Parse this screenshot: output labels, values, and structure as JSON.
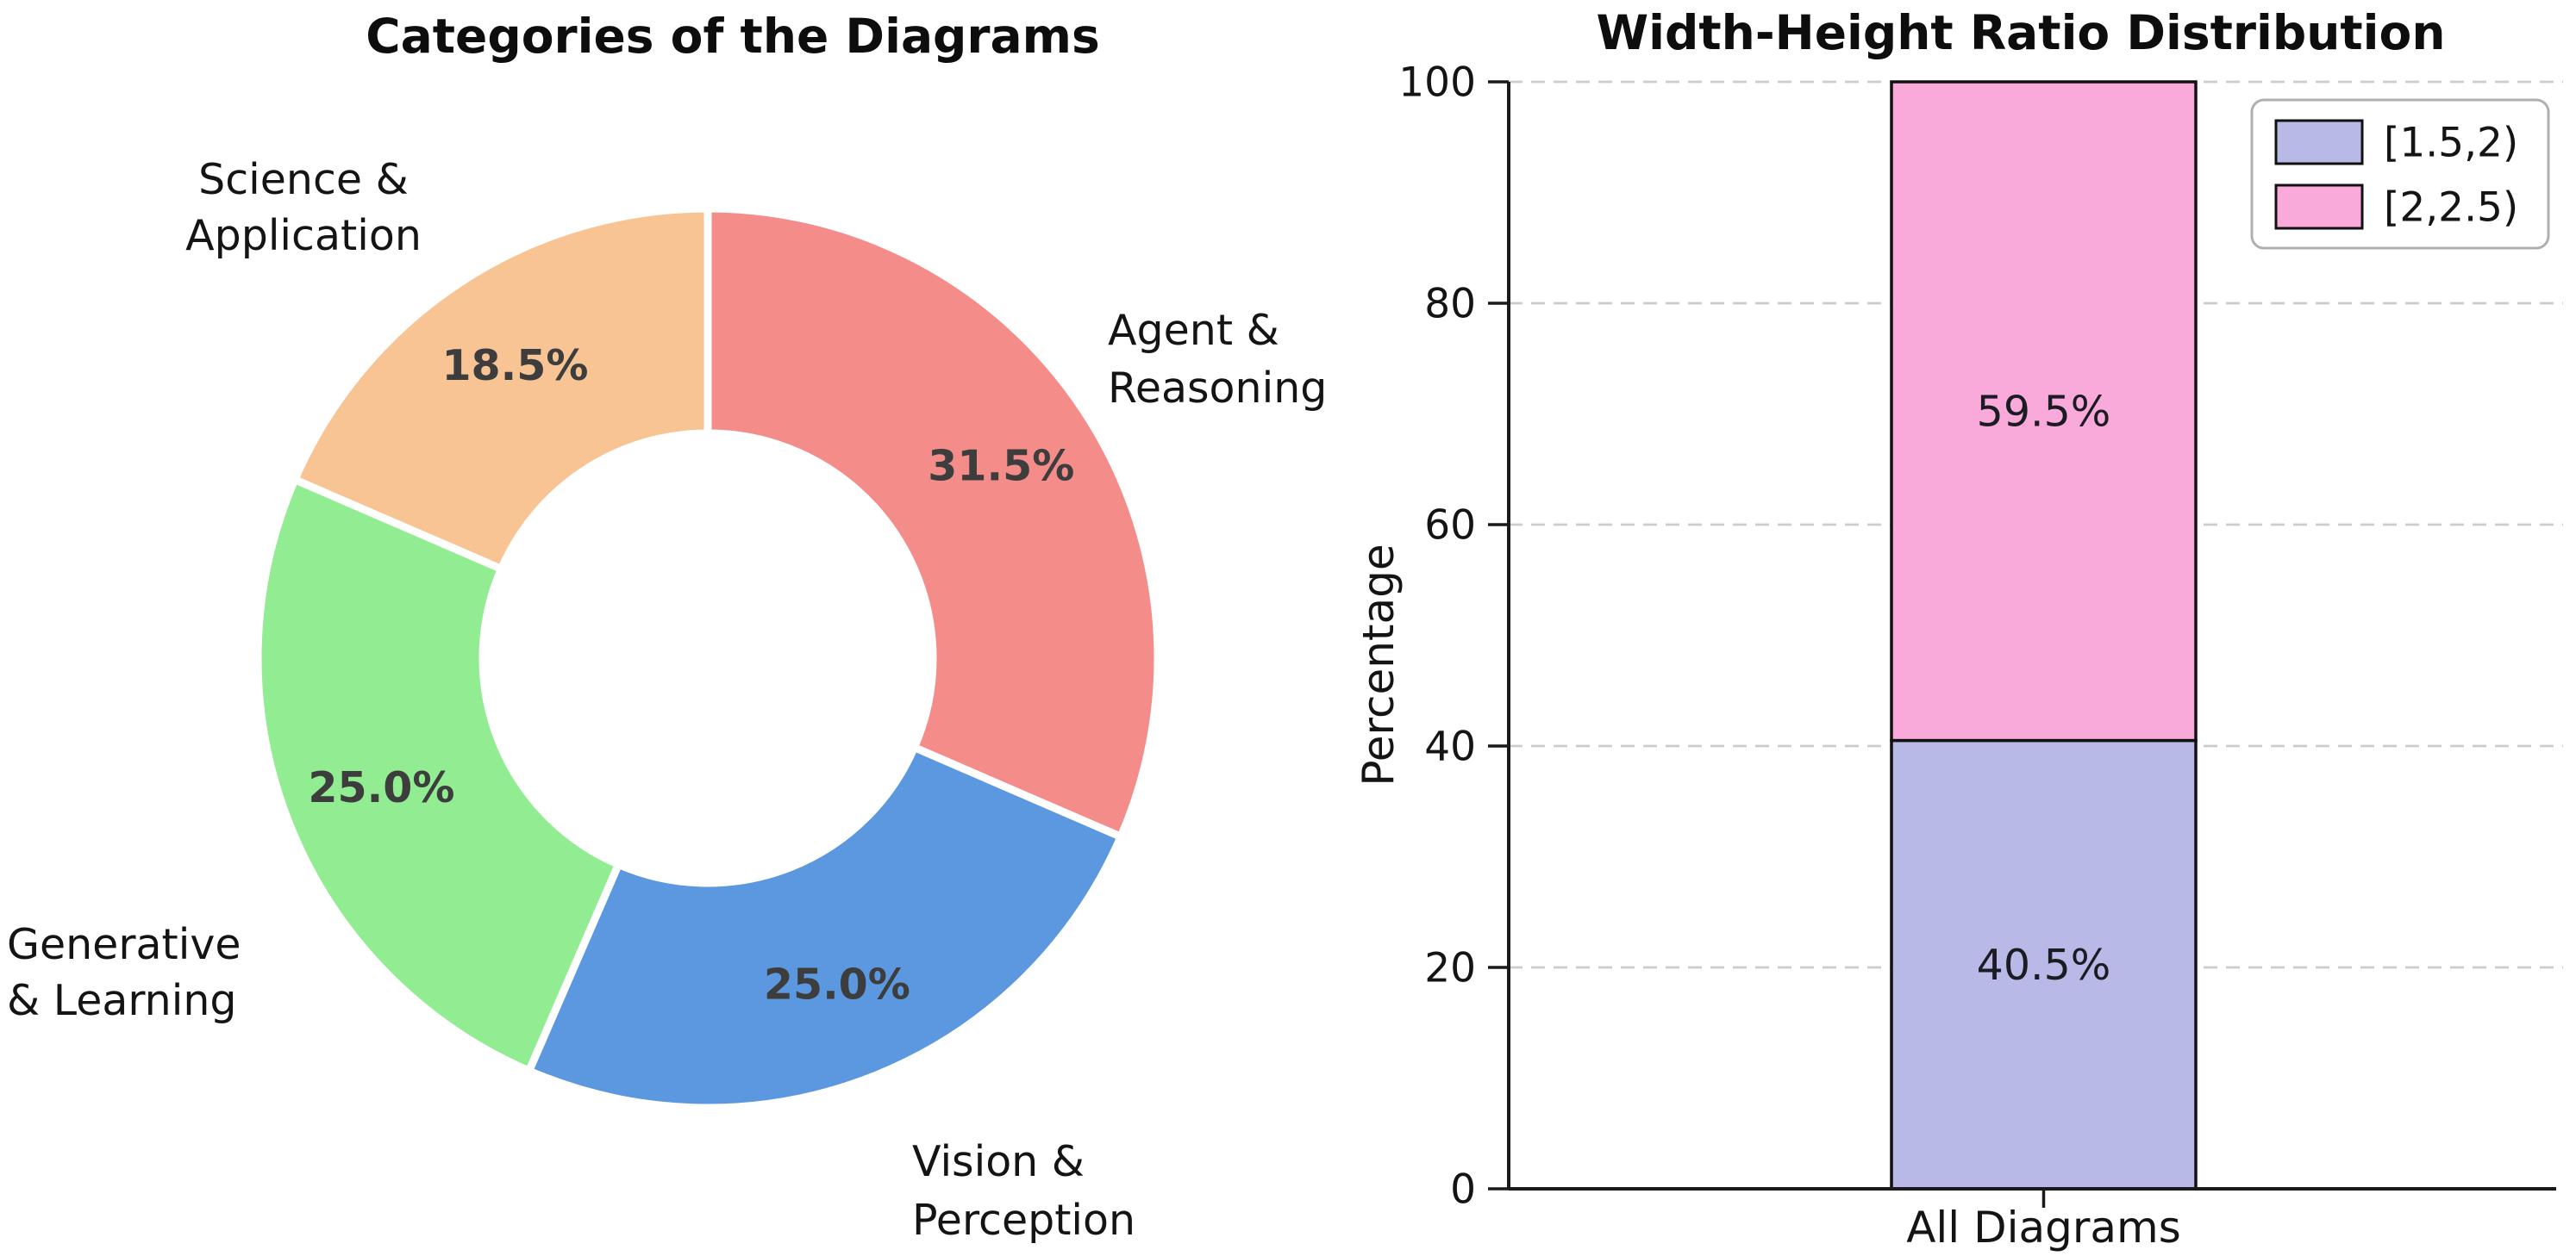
{
  "figure": {
    "background": "#ffffff"
  },
  "chart_data": [
    {
      "type": "pie",
      "title": "Categories of the Diagrams",
      "donut": true,
      "start_angle_deg": 90,
      "direction": "clockwise",
      "hole_ratio": 0.5,
      "slices": [
        {
          "label": "Agent & Reasoning",
          "label_lines": [
            "Agent &",
            "Reasoning"
          ],
          "value": 31.5,
          "pct_label": "31.5%",
          "color": "#F48C8A"
        },
        {
          "label": "Vision & Perception",
          "label_lines": [
            "Vision &",
            "Perception"
          ],
          "value": 25.0,
          "pct_label": "25.0%",
          "color": "#5C98E0"
        },
        {
          "label": "Generative & Learning",
          "label_lines": [
            "Generative",
            "& Learning"
          ],
          "value": 25.0,
          "pct_label": "25.0%",
          "color": "#92EC92"
        },
        {
          "label": "Science & Application",
          "label_lines": [
            "Science &",
            "Application"
          ],
          "value": 18.5,
          "pct_label": "18.5%",
          "color": "#F8C494"
        }
      ],
      "pct_text_color": "#3d3d3d",
      "label_text_color": "#141414"
    },
    {
      "type": "bar",
      "stacked": true,
      "title": "Width-Height Ratio Distribution",
      "ylabel": "Percentage",
      "xlabel": "",
      "categories": [
        "All Diagrams"
      ],
      "series": [
        {
          "name": "[1.5,2)",
          "values": [
            40.5
          ],
          "pct_label": "40.5%",
          "color": "#B9B9E8"
        },
        {
          "name": "[2,2.5)",
          "values": [
            59.5
          ],
          "pct_label": "59.5%",
          "color": "#FAAADA"
        }
      ],
      "ylim": [
        0,
        100
      ],
      "yticks": [
        0,
        20,
        40,
        60,
        80,
        100
      ],
      "grid": "dashed-horizontal",
      "grid_color": "#cccccc",
      "bar_edge_color": "#111111",
      "spine_color": "#1a1a1a",
      "tick_text_color": "#141414",
      "segment_label_color": "#1b1b24",
      "legend_position": "upper-right",
      "legend_border_color": "#b0b0b0"
    }
  ]
}
